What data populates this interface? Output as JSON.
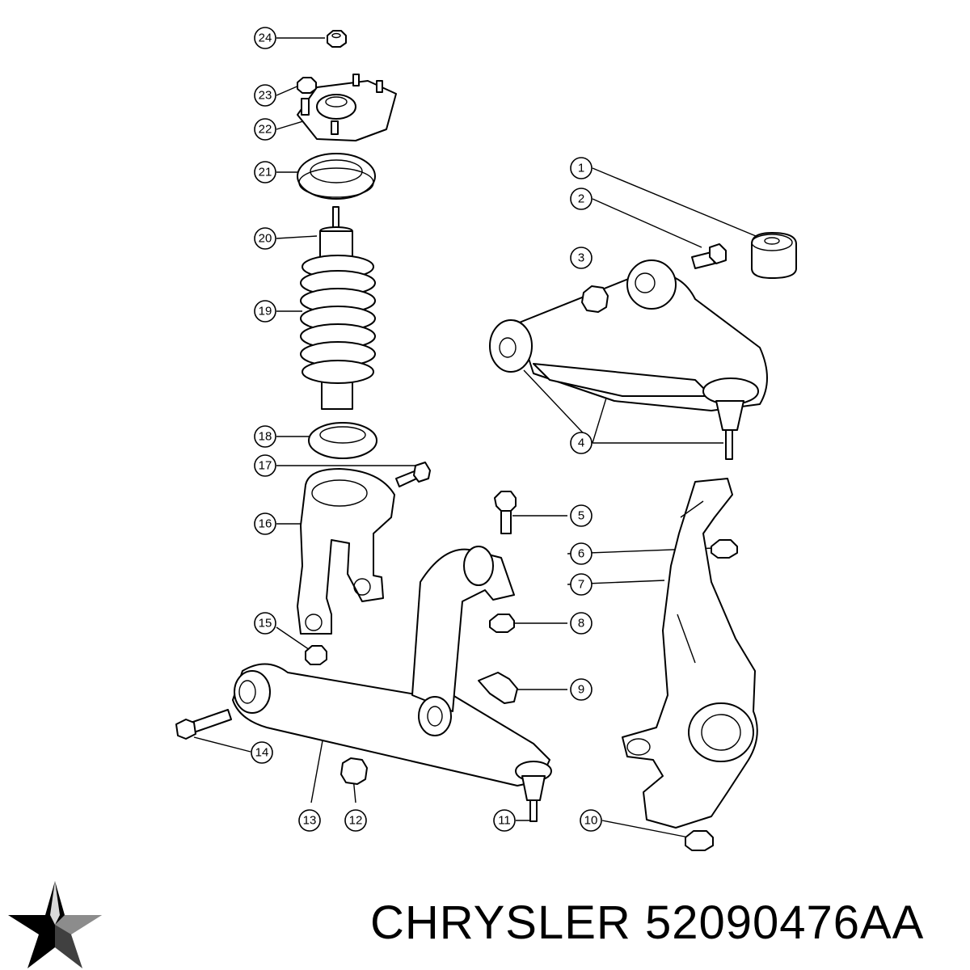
{
  "callouts": [
    {
      "id": "1",
      "label": "1"
    },
    {
      "id": "2",
      "label": "2"
    },
    {
      "id": "3",
      "label": "3"
    },
    {
      "id": "4",
      "label": "4"
    },
    {
      "id": "5",
      "label": "5"
    },
    {
      "id": "6",
      "label": "6"
    },
    {
      "id": "7",
      "label": "7"
    },
    {
      "id": "8",
      "label": "8"
    },
    {
      "id": "9",
      "label": "9"
    },
    {
      "id": "10",
      "label": "10"
    },
    {
      "id": "11",
      "label": "11"
    },
    {
      "id": "12",
      "label": "12"
    },
    {
      "id": "13",
      "label": "13"
    },
    {
      "id": "14",
      "label": "14"
    },
    {
      "id": "15",
      "label": "15"
    },
    {
      "id": "16",
      "label": "16"
    },
    {
      "id": "17",
      "label": "17"
    },
    {
      "id": "18",
      "label": "18"
    },
    {
      "id": "19",
      "label": "19"
    },
    {
      "id": "20",
      "label": "20"
    },
    {
      "id": "21",
      "label": "21"
    },
    {
      "id": "22",
      "label": "22"
    },
    {
      "id": "23",
      "label": "23"
    },
    {
      "id": "24",
      "label": "24"
    }
  ],
  "brand": {
    "name": "CHRYSLER",
    "part_number": "52090476AA",
    "logo_icon": "chrysler-pentastar-icon",
    "logo_color": "#000000"
  }
}
